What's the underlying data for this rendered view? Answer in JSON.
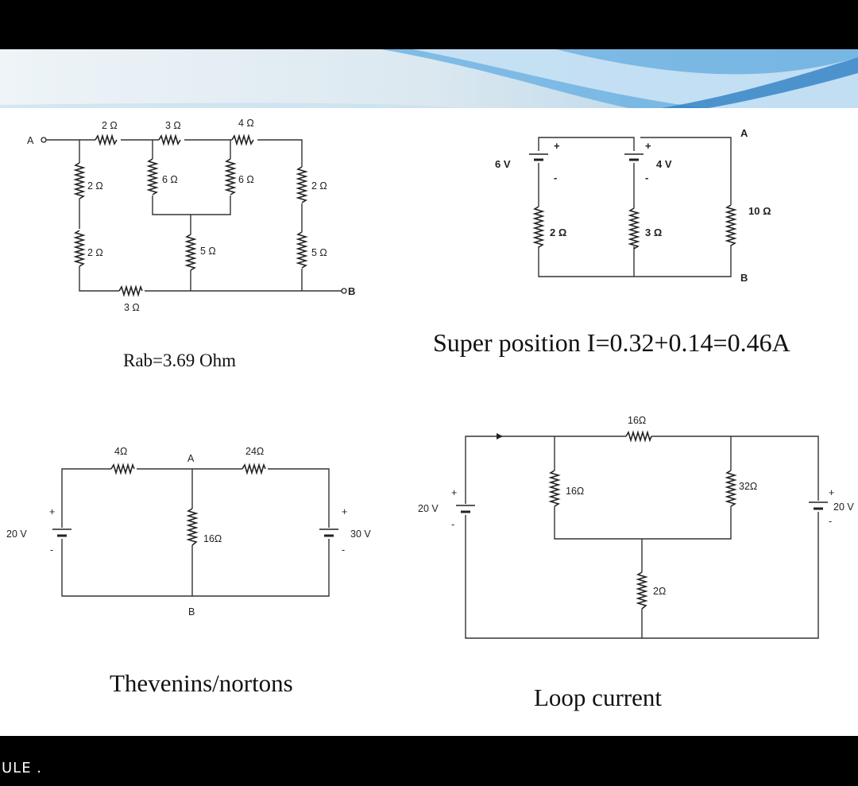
{
  "captions": {
    "resistance": "Rab=3.69 Ohm",
    "superposition": "Super position I=0.32+0.14=0.46A",
    "thevenin": "Thevenins/nortons",
    "loop": "Loop current"
  },
  "footer": {
    "text": "ULE ."
  },
  "circuit1": {
    "node_a": "A",
    "node_b": "B",
    "r_top1": "2 Ω",
    "r_top2": "3 Ω",
    "r_top3": "4 Ω",
    "r_left1": "2 Ω",
    "r_left2": "2 Ω",
    "r_mid1": "6 Ω",
    "r_mid2": "6 Ω",
    "r_mid3": "5 Ω",
    "r_right1": "2 Ω",
    "r_right2": "5 Ω",
    "r_bottom": "3 Ω"
  },
  "circuit2": {
    "v1": "6 V",
    "v2": "4 V",
    "r1": "2 Ω",
    "r2": "3 Ω",
    "r3": "10 Ω",
    "node_a": "A",
    "node_b": "B",
    "plus": "+",
    "minus": "-"
  },
  "circuit3": {
    "v1": "20 V",
    "v2": "30 V",
    "r1": "4Ω",
    "r2": "24Ω",
    "r3": "16Ω",
    "node_a": "A",
    "node_b": "B",
    "plus": "+",
    "minus": "-"
  },
  "circuit4": {
    "v1": "20 V",
    "v2": "20 V",
    "r_top": "16Ω",
    "r_left": "16Ω",
    "r_right": "32Ω",
    "r_bottom": "2Ω",
    "plus": "+",
    "minus": "-"
  }
}
